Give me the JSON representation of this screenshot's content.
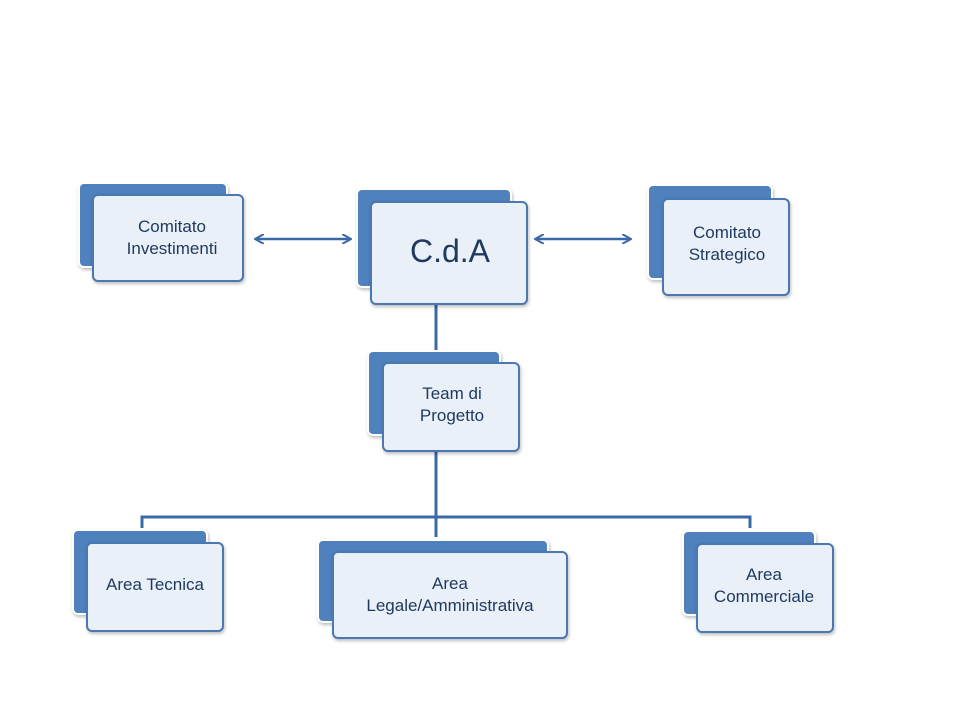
{
  "nodes": {
    "comitato_investimenti": "Comitato\nInvestimenti",
    "cda": "C.d.A",
    "comitato_strategico": "Comitato\nStrategico",
    "team_progetto": "Team di\nProgetto",
    "area_tecnica": "Area Tecnica",
    "area_legale": "Area\nLegale/Amministrativa",
    "area_commerciale": "Area\nCommerciale"
  },
  "colors": {
    "box_fill": "#eaf0f8",
    "box_border": "#4a78b3",
    "back_fill": "#4f81bd",
    "connector": "#3b68a6",
    "text": "#1f3a60"
  }
}
